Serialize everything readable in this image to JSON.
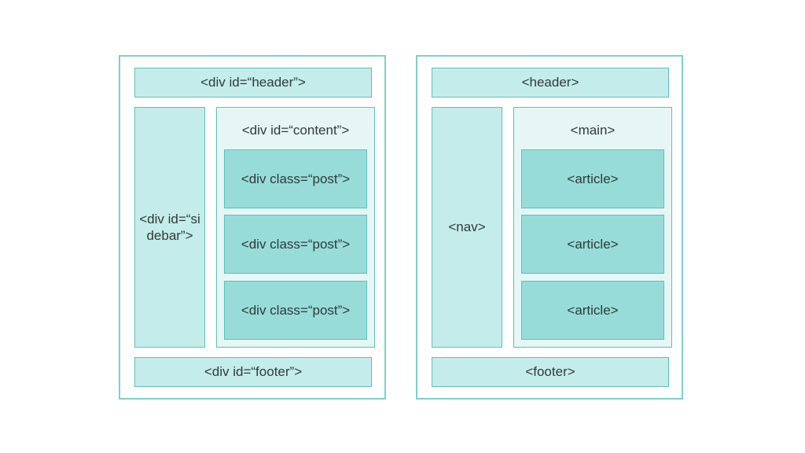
{
  "left_layout": {
    "header": "<div id=“header”>",
    "sidebar": "<div id=“sidebar”>",
    "content": "<div id=“content”>",
    "posts": [
      "<div class=“post”>",
      "<div class=“post”>",
      "<div class=“post”>"
    ],
    "footer": "<div id=“footer”>"
  },
  "right_layout": {
    "header": "<header>",
    "nav": "<nav>",
    "main": "<main>",
    "articles": [
      "<article>",
      "<article>",
      "<article>"
    ],
    "footer": "<footer>"
  },
  "colors": {
    "outline": "#7fcfcc",
    "box_border": "#5cc0bb",
    "light_fill": "#c4ecea",
    "pale_fill": "#e6f6f5",
    "dark_fill": "#97dcd8"
  }
}
